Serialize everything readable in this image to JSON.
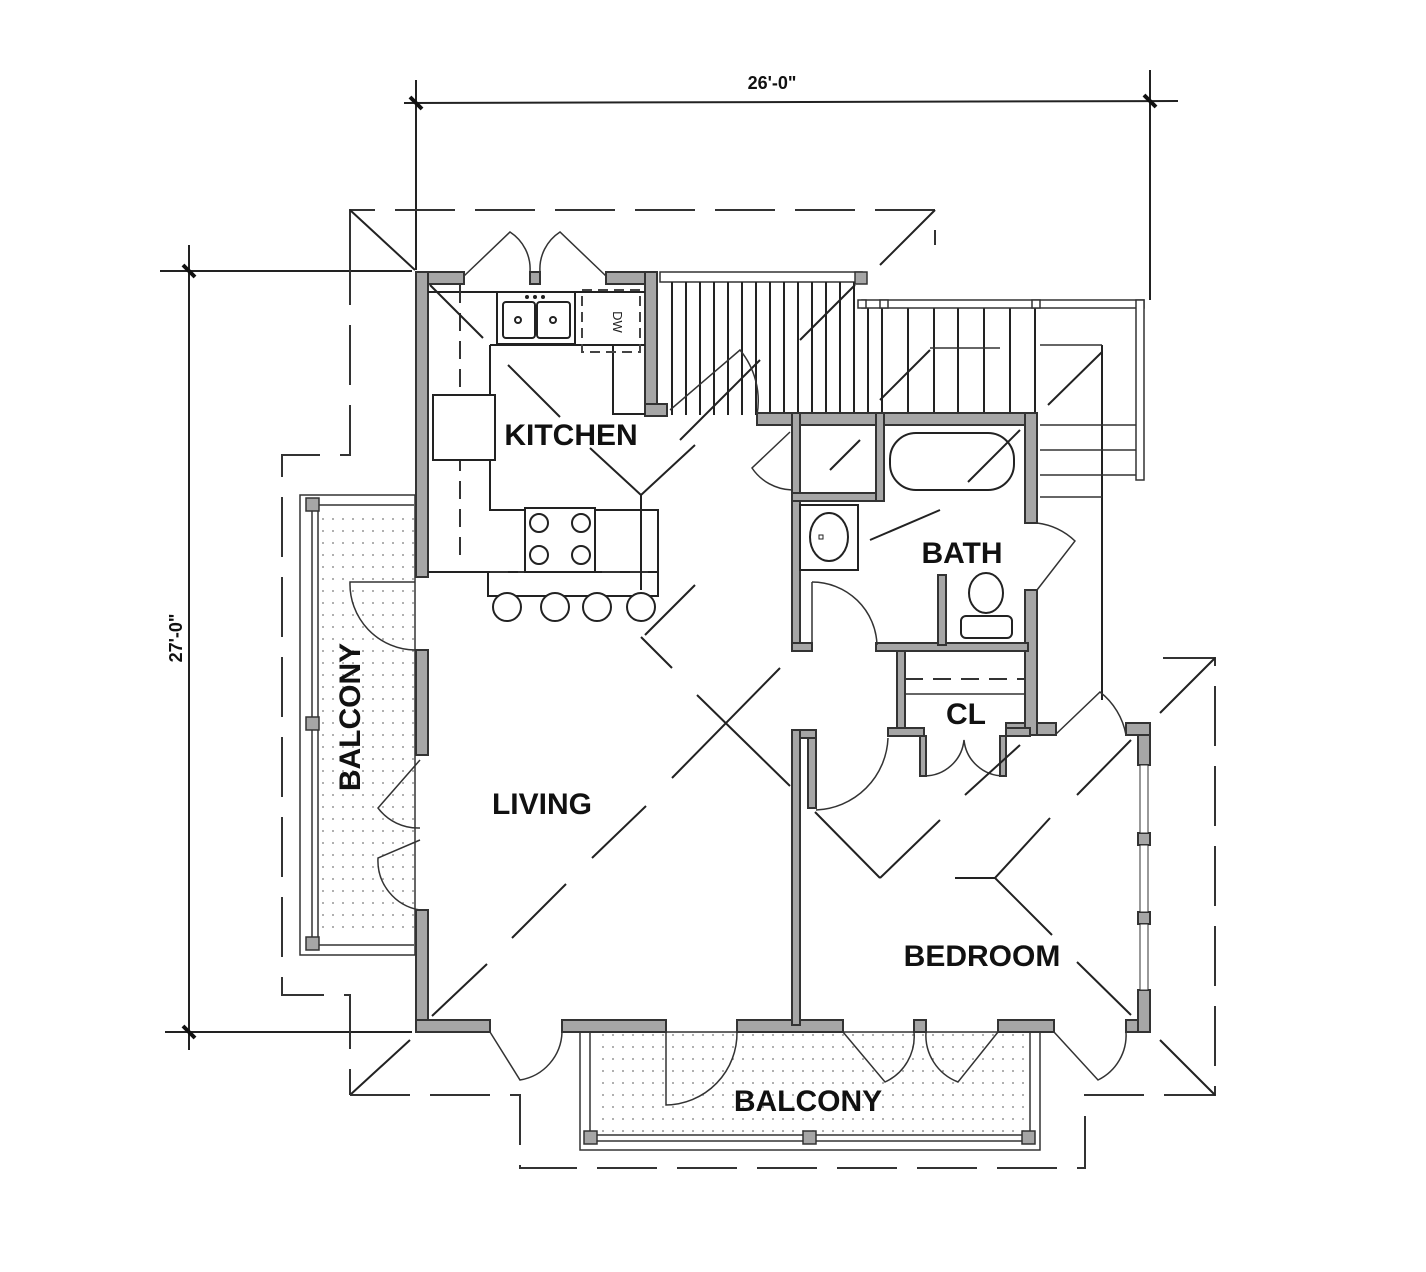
{
  "plan": {
    "dimensions": {
      "width": "26'-0\"",
      "depth": "27'-0\""
    },
    "rooms": {
      "kitchen": "KITCHEN",
      "bath": "BATH",
      "closet": "CL",
      "living": "LIVING",
      "bedroom": "BEDROOM",
      "balcony_west": "BALCONY",
      "balcony_south": "BALCONY"
    },
    "fixtures": {
      "dishwasher": "DW"
    },
    "colors": {
      "wall_fill": "#a6a6a6",
      "line": "#222222",
      "background": "#ffffff"
    }
  }
}
